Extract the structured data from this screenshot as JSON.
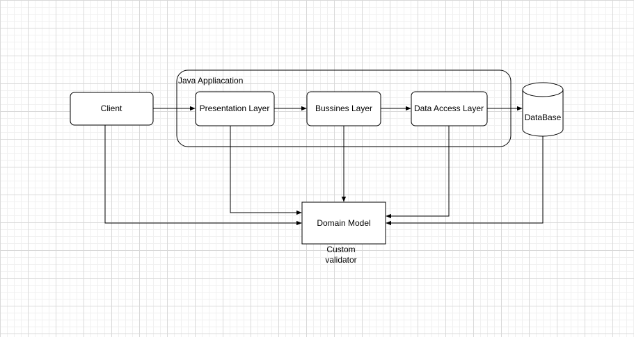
{
  "diagram": {
    "container_label": "Java Appliacation",
    "nodes": {
      "client": "Client",
      "presentation": "Presentation Layer",
      "business": "Bussines Layer",
      "data_access": "Data Access Layer",
      "database": "DataBase",
      "domain_model": "Domain Model"
    },
    "custom_validator_line1": "Custom",
    "custom_validator_line2": "validator"
  }
}
